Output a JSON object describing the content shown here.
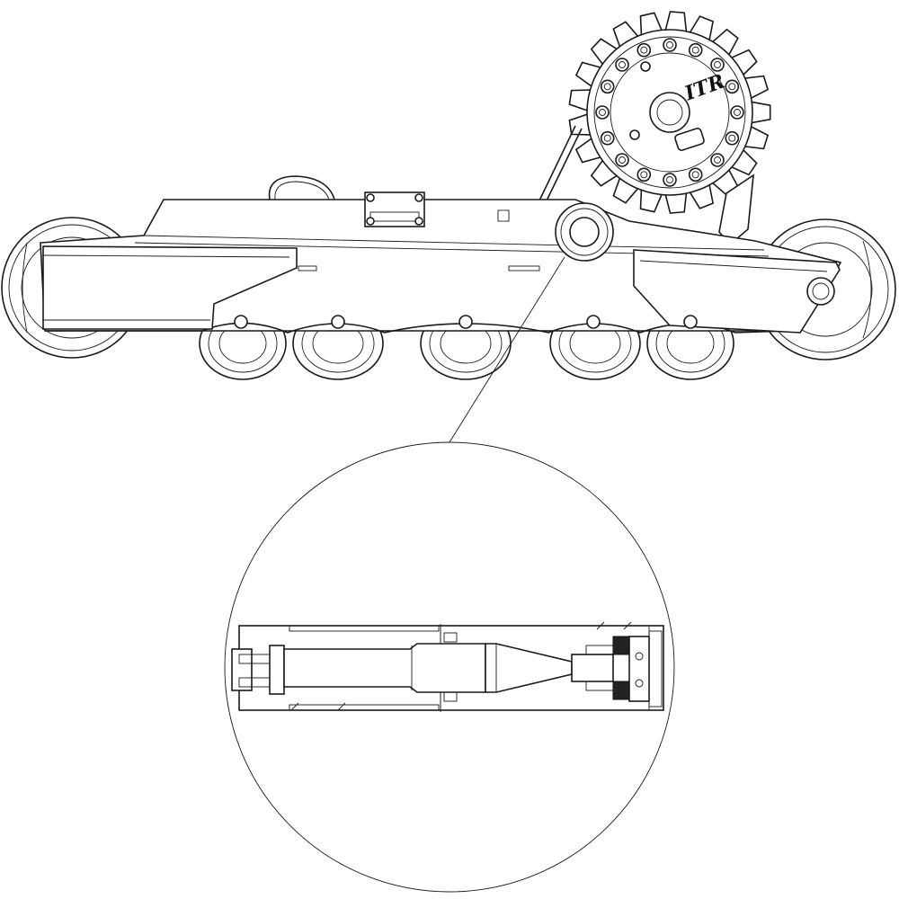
{
  "figure": {
    "logo_text": "ITR",
    "colors": {
      "ink": "#1a1a1a",
      "paper": "#ffffff"
    },
    "parts": {
      "track_frame": "track-frame",
      "sprocket": "drive-sprocket",
      "idler_front": "front-idler",
      "idler_rear": "rear-idler",
      "rollers": [
        "track-roller-1",
        "track-roller-2",
        "track-roller-3",
        "track-roller-4",
        "track-roller-5"
      ],
      "detail": "tensioner-cylinder-section"
    }
  }
}
